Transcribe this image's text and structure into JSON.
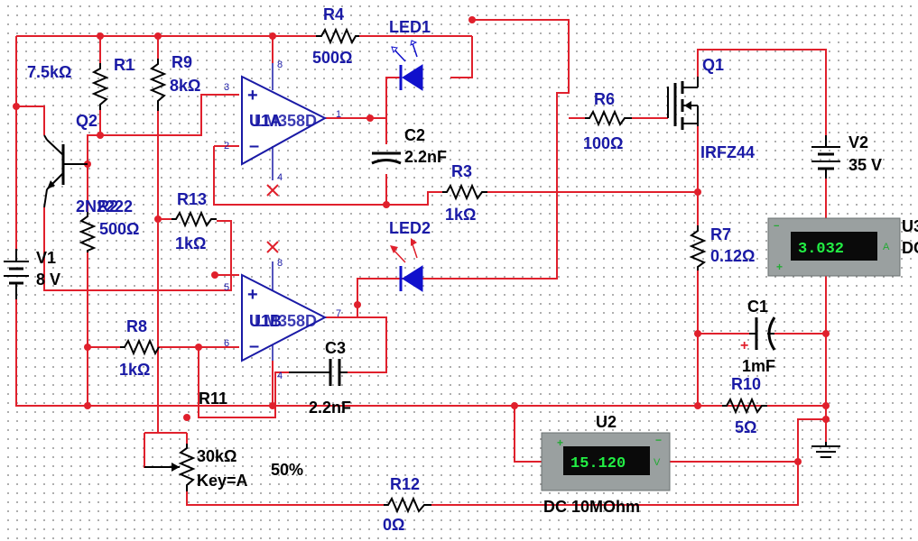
{
  "labels": {
    "r4": "R4",
    "r4_value": "500Ω",
    "led1": "LED1",
    "led2": "LED2",
    "r1": "R1",
    "r1_value": "7.5kΩ",
    "r9": "R9",
    "r9_value": "8kΩ",
    "q2": "Q2",
    "q2_value": "2N2222",
    "r2": "R2",
    "r2_value": "500Ω",
    "u1a": "U1A",
    "u1a_part": "LM358D",
    "u1b": "U1B",
    "u1b_part": "LM358D",
    "c2": "C2",
    "c2_value": "2.2nF",
    "r3": "R3",
    "r3_value": "1kΩ",
    "r6": "R6",
    "r6_value": "100Ω",
    "q1": "Q1",
    "q1_value": "IRFZ44",
    "v2": "V2",
    "v2_value": "35 V",
    "r13": "R13",
    "r13_value": "1kΩ",
    "v1": "V1",
    "v1_value": "8 V",
    "r7": "R7",
    "r7_value": "0.12Ω",
    "c1": "C1",
    "c1_value": "1mF",
    "r8": "R8",
    "r8_value": "1kΩ",
    "c3": "C3",
    "c3_value": "2.2nF",
    "r11": "R11",
    "r11_value": "30kΩ",
    "r11_key": "Key=A",
    "r11_percent": "50%",
    "r10": "R10",
    "r10_value": "5Ω",
    "u2": "U2",
    "r12": "R12",
    "r12_value": "0Ω",
    "u3_partial": "U3",
    "u3_mode_partial": "DC",
    "u2_mode": "DC  10MOhm"
  },
  "pins": {
    "u1a_in_pos": "3",
    "u1a_in_neg": "2",
    "u1a_out": "1",
    "u1a_vcc": "8",
    "u1a_gnd": "4",
    "u1b_in_pos": "5",
    "u1b_in_neg": "6",
    "u1b_out": "7",
    "u1b_vcc": "8",
    "u1b_gnd": "4"
  },
  "meters": {
    "u3": {
      "reading": "3.032",
      "unit": "A"
    },
    "u2": {
      "reading": "15.120",
      "unit": "V"
    }
  },
  "colors": {
    "wire": "#e0202c",
    "label": "#1a1aa6",
    "meter_display": "#22ee44",
    "meter_body": "#9aa0a0"
  }
}
